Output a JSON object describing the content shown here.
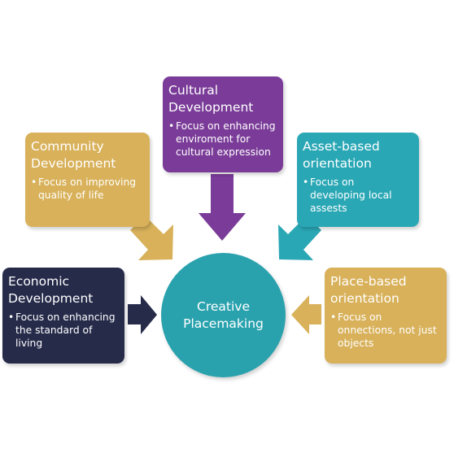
{
  "colors": {
    "economic": "#262b4a",
    "community": "#d8b15a",
    "cultural": "#7a3c98",
    "asset": "#2aa7b5",
    "place": "#d8b15a",
    "center": "#2aa2ae"
  },
  "center": {
    "label": "Creative\nPlacemaking"
  },
  "boxes": {
    "economic": {
      "title": "Economic\nDevelopment",
      "bullet": "Focus on enhancing\nthe standard of\nliving"
    },
    "community": {
      "title": "Community\nDevelopment",
      "bullet": "Focus on improving\nquality of life"
    },
    "cultural": {
      "title": "Cultural\nDevelopment",
      "bullet": "Focus on enhancing\nenviroment for\ncultural expression"
    },
    "asset": {
      "title": "Asset-based\norientation",
      "bullet": "Focus on\ndeveloping local\nassests"
    },
    "place": {
      "title": "Place-based\norientation",
      "bullet": "Focus on\nonnections, not just\nobjects"
    }
  }
}
